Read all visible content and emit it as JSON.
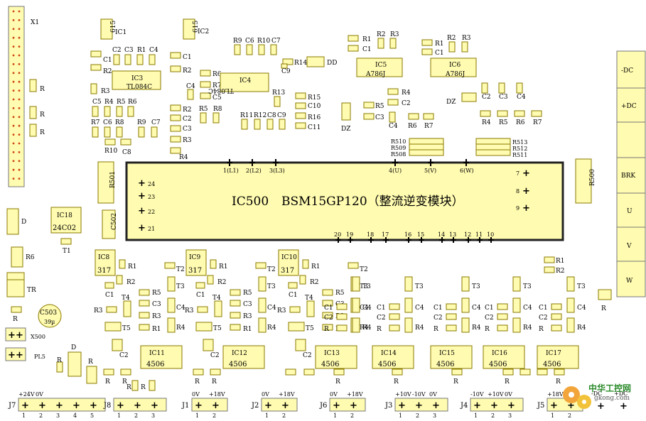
{
  "ic500": {
    "ref": "IC500",
    "part": "BSM15GP120（整流逆变模块）",
    "top_pins": [
      "1(L1)",
      "2(L2)",
      "3(L3)",
      "4(U)",
      "5(V)",
      "6(W)"
    ],
    "left_pins": [
      "24",
      "23",
      "22",
      "21"
    ],
    "right_pins": [
      "7",
      "8",
      "9"
    ],
    "bottom_pins": [
      "20",
      "19",
      "18",
      "17",
      "16",
      "15",
      "14",
      "13",
      "12",
      "11",
      "10"
    ]
  },
  "side_terminals": [
    "-DC",
    "+DC",
    "BRK",
    "U",
    "V",
    "W"
  ],
  "connectors": [
    {
      "ref": "J7",
      "labels": [
        "+24V",
        "0V"
      ],
      "pins": [
        "1",
        "2",
        "3",
        "4",
        "5"
      ]
    },
    {
      "ref": "J8",
      "labels": [],
      "pins": [
        "1",
        "2",
        "3"
      ]
    },
    {
      "ref": "J1",
      "labels": [
        "0V",
        "+18V"
      ],
      "pins": [
        "1",
        "2"
      ]
    },
    {
      "ref": "J2",
      "labels": [
        "0V",
        "+18V"
      ],
      "pins": [
        "1",
        "2"
      ]
    },
    {
      "ref": "J6",
      "labels": [
        "0V",
        "+18V"
      ],
      "pins": [
        "1",
        "2"
      ]
    },
    {
      "ref": "J3",
      "labels": [
        "+10V",
        "-10V",
        "0V"
      ],
      "pins": [
        "1",
        "2",
        "3"
      ]
    },
    {
      "ref": "J4",
      "labels": [
        "-10V",
        "+10V",
        "0V"
      ],
      "pins": [
        "1",
        "2",
        "3"
      ]
    },
    {
      "ref": "J5",
      "labels": [
        "+18V",
        "0V"
      ],
      "pins": [
        "1",
        "2"
      ]
    }
  ],
  "top_ics": [
    {
      "ref": "IC1",
      "part": "615"
    },
    {
      "ref": "IC2",
      "part": "615"
    },
    {
      "ref": "IC3",
      "part": "TL084C"
    },
    {
      "ref": "IC4",
      "part": "TL084C"
    },
    {
      "ref": "IC5",
      "part": "A786J"
    },
    {
      "ref": "IC6",
      "part": "A786J"
    }
  ],
  "driver_ics": [
    {
      "ref": "IC8",
      "part": "317"
    },
    {
      "ref": "IC9",
      "part": "317"
    },
    {
      "ref": "IC10",
      "part": "317"
    }
  ],
  "opto_ics": [
    {
      "ref": "IC11",
      "part": "4506"
    },
    {
      "ref": "IC12",
      "part": "4506"
    },
    {
      "ref": "IC13",
      "part": "4506"
    },
    {
      "ref": "IC14",
      "part": "4506"
    },
    {
      "ref": "IC15",
      "part": "4506"
    },
    {
      "ref": "IC16",
      "part": "4506"
    },
    {
      "ref": "IC17",
      "part": "4506"
    }
  ],
  "misc": {
    "x1": "X1",
    "ic18_ref": "IC18",
    "ic18_part": "24C02",
    "r501": "R501",
    "c502": "C502",
    "r500": "R500",
    "c503": "C503",
    "c503_val": "39µ",
    "x500": "X500",
    "pl5": "PL5",
    "d": "D",
    "tr": "TR",
    "r": "R",
    "dd": "DD",
    "dz": "DZ",
    "dz2": "DZ",
    "r510": "R510",
    "r509": "R509",
    "r508": "R508",
    "r513": "R513",
    "r512": "R512",
    "r511": "R511",
    "dc_minus": "-DC",
    "dc_plus": "+DC"
  },
  "labels": [
    "R",
    "R",
    "R",
    "C1",
    "R2",
    "C2",
    "C3",
    "R1",
    "C4",
    "R3",
    "C5",
    "R4",
    "R5",
    "R6",
    "R7",
    "C6",
    "R8",
    "R10",
    "C8",
    "R9",
    "C7",
    "C1",
    "R2",
    "C4",
    "R2",
    "C2",
    "C3",
    "R3",
    "R4",
    "R6",
    "R7",
    "C5",
    "R5",
    "R8",
    "R9",
    "C6",
    "R10",
    "C7",
    "R14",
    "C9",
    "R13",
    "R15",
    "C10",
    "R16",
    "C11",
    "R11",
    "R12",
    "C8",
    "C9",
    "R1",
    "C1",
    "R2",
    "R3",
    "R4",
    "C2",
    "R5",
    "C3",
    "C4",
    "R6",
    "R7",
    "R1",
    "C1",
    "R2",
    "R3",
    "C2",
    "C3",
    "C4",
    "R4",
    "R5",
    "R6",
    "R7",
    "R1",
    "R2",
    "C1",
    "R3",
    "C2",
    "T4",
    "T5",
    "R",
    "R",
    "R6",
    "T1",
    "T2",
    "T3",
    "C4",
    "R4",
    "R5",
    "C3",
    "R3",
    "R1",
    "R2",
    "C1",
    "C2",
    "R",
    "R",
    "R",
    "R",
    "R",
    "R"
  ],
  "watermark": "中华工控网",
  "watermark_url": "gkong.com"
}
